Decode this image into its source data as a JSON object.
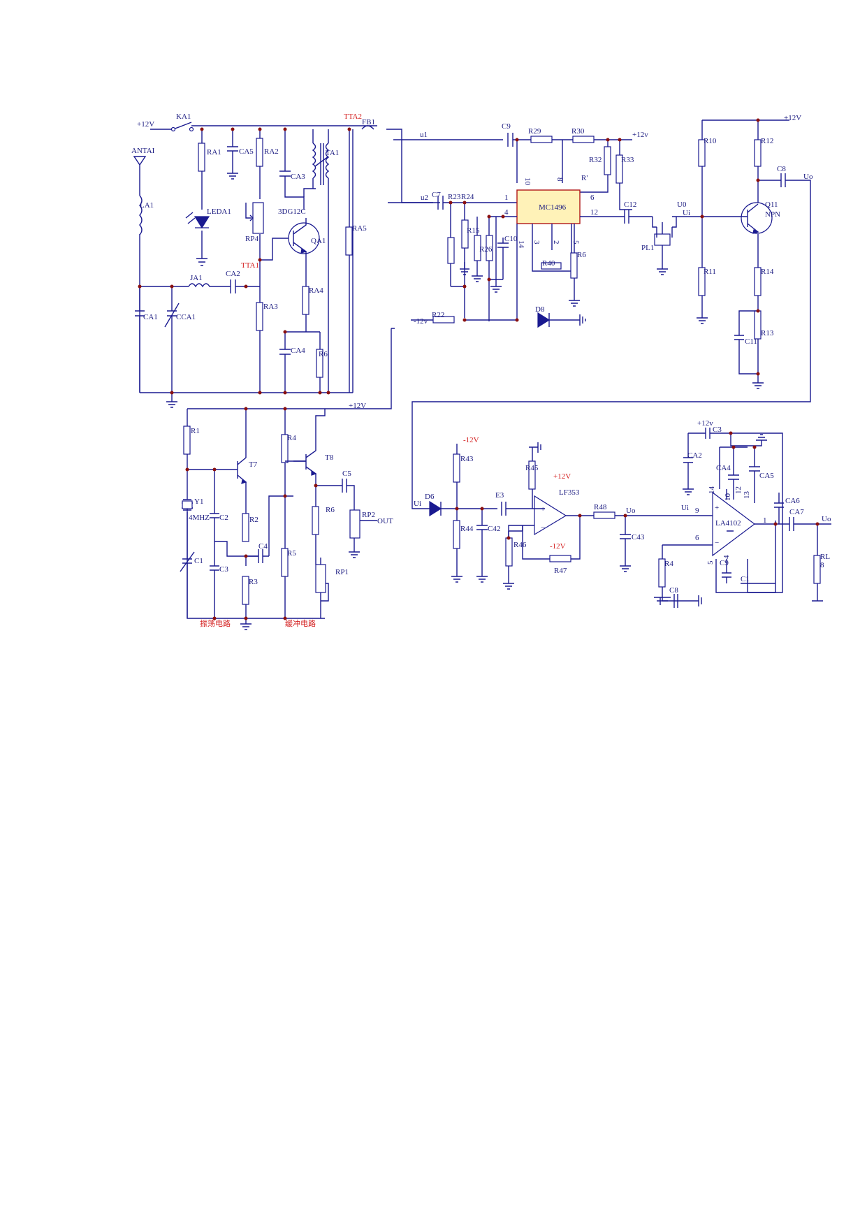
{
  "labels": {
    "v12_in": "+12V",
    "ka1": "KA1",
    "antai": "ANTAI",
    "ra1": "RA1",
    "ca5": "CA5",
    "ra2": "RA2",
    "ca3": "CA3",
    "ta1": "TA1",
    "tta2": "TTA2",
    "fb1": "FB1",
    "u1": "u1",
    "c9": "C9",
    "r29": "R29",
    "r30": "R30",
    "v12_c": "+12v",
    "r10": "R10",
    "r12": "R12",
    "v12_r": "+12V",
    "la1": "LA1",
    "leda1": "LEDA1",
    "qa_type": "3DG12C",
    "rp4": "RP4",
    "qa1": "QA1",
    "ra5": "RA5",
    "tta1": "TTA1",
    "ja1": "JA1",
    "ca2": "CA2",
    "ra3": "RA3",
    "ra4": "RA4",
    "ca4": "CA4",
    "r6a": "R6",
    "ca1": "CA1",
    "cca1": "CCA1",
    "r32": "R32",
    "r33": "R33",
    "rstar": "R'",
    "c7": "C7",
    "u2": "u2",
    "r23": "R23",
    "r24": "R24",
    "mc1496": "MC1496",
    "p1": "1",
    "p4": "4",
    "p6": "6",
    "p12": "12",
    "p10": "10",
    "p8": "8",
    "p14": "14",
    "p3": "3",
    "p2": "2",
    "p5": "5",
    "r15": "R15",
    "r26": "R26",
    "c10": "C10",
    "r40": "R40",
    "r6b": "R6",
    "c12": "C12",
    "u0": "U0",
    "ui": "Ui",
    "pl1": "PL1",
    "r22": "R22",
    "v12_neg": "-12v",
    "d8": "D8",
    "c8": "C8",
    "uo": "Uo",
    "q11": "Q11",
    "npn": "NPN",
    "r11": "R11",
    "r14": "R14",
    "r13": "R13",
    "c11": "C11",
    "v12_m": "+12V",
    "r1": "R1",
    "r4": "R4",
    "t7": "T7",
    "t8": "T8",
    "y1": "Y1",
    "mhz": "4MHZ",
    "c2": "C2",
    "r2": "R2",
    "c4": "C4",
    "c5": "C5",
    "rp2": "RP2",
    "out": "OUT",
    "r6c": "R6",
    "r5": "R5",
    "r3": "R3",
    "c1": "C1",
    "c3": "C3",
    "rp1": "RP1",
    "osc_cn": "振荡电路",
    "buf_cn": "缓冲电路",
    "d6": "D6",
    "ui2": "Ui",
    "r43": "R43",
    "neg12": "-12V",
    "r45": "R45",
    "pos12": "+12V",
    "lf353": "LF353",
    "e3": "E3",
    "c42": "C42",
    "r44": "R44",
    "r46": "R46",
    "neg12b": "-12V",
    "r47": "R47",
    "r48": "R48",
    "uo2": "Uo",
    "c43": "C43",
    "v12_lm": "+12v",
    "c3b": "C3",
    "ca2b": "CA2",
    "ca4b": "CA4",
    "ca5b": "CA5",
    "ca6": "CA6",
    "ca7": "CA7",
    "ui3": "Ui",
    "la4102": "LA4102",
    "pin9": "9",
    "pin6": "6",
    "pin14": "14",
    "pin10": "10",
    "pin12": "12",
    "pin13": "13",
    "pin1": "1",
    "pin5": "5",
    "pin4": "4",
    "r4b": "R4",
    "c9b": "C9",
    "c1b": "C1",
    "c8b": "C8",
    "rl": "RL",
    "eight": "8",
    "uo3": "Uo"
  }
}
